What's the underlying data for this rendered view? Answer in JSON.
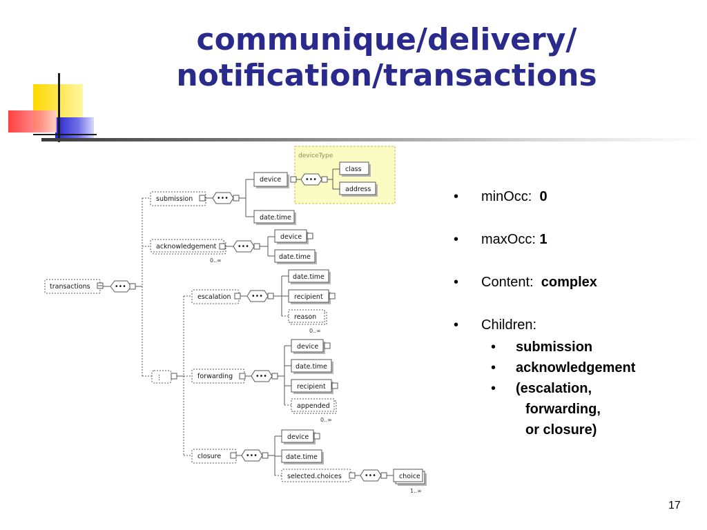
{
  "slide": {
    "title_line1": "communique/delivery/",
    "title_line2": "notification/transactions",
    "page_number": "17"
  },
  "bullets": {
    "min_occ_label": "minOcc:",
    "min_occ_value": "0",
    "max_occ_label": "maxOcc:",
    "max_occ_value": "1",
    "content_label": "Content:",
    "content_value": "complex",
    "children_label": "Children:",
    "children": [
      "submission",
      "acknowledgement",
      "(escalation,"
    ],
    "children_cont": [
      "forwarding,",
      "or closure)"
    ],
    "bullet_char": "•"
  },
  "diagram": {
    "root": "transactions",
    "device_type_label": "deviceType",
    "nodes": {
      "submission": "submission",
      "device": "device",
      "class": "class",
      "address": "address",
      "sub_datetime": "date.time",
      "acknowledgement": "acknowledgement",
      "ack_device": "device",
      "ack_datetime": "date.time",
      "escalation": "escalation",
      "esc_datetime": "date.time",
      "esc_recipient": "recipient",
      "esc_reason": "reason",
      "forwarding": "forwarding",
      "fwd_device": "device",
      "fwd_datetime": "date.time",
      "fwd_recipient": "recipient",
      "fwd_appended": "appended",
      "closure": "closure",
      "clo_device": "device",
      "clo_datetime": "date.time",
      "selected_choices": "selected.choices",
      "choice": "choice"
    },
    "occurs": {
      "ack": "0..∞",
      "reason": "0..∞",
      "appended": "0..∞",
      "choice": "1..∞"
    }
  },
  "colors": {
    "title": "#2a2a8c",
    "logo_yellow": "#ffe400",
    "logo_red": "#ff3030",
    "logo_blue": "#2b2bd6",
    "device_type_fill": "#fbfbc4"
  }
}
